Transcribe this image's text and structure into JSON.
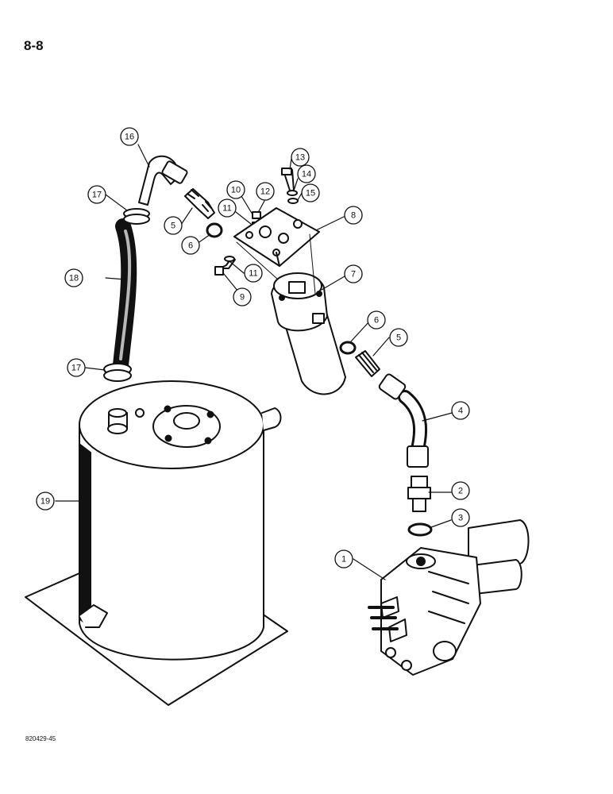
{
  "page": {
    "number": "8-8",
    "figure_code": "820429-45"
  },
  "callouts": [
    "1",
    "2",
    "3",
    "4",
    "5",
    "6",
    "7",
    "8",
    "9",
    "10",
    "11",
    "12",
    "13",
    "14",
    "15",
    "16",
    "17",
    "18",
    "19",
    "5",
    "6",
    "11",
    "17"
  ]
}
